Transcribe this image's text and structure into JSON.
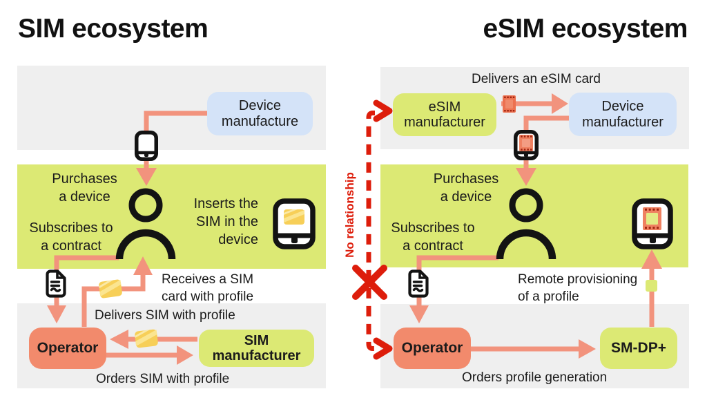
{
  "sim": {
    "title": "SIM ecosystem",
    "device_manufacturer": "Device\nmanufacture",
    "purchases": "Purchases\na device",
    "subscribes": "Subscribes to\na contract",
    "inserts": "Inserts the\nSIM in the\ndevice",
    "receives": "Receives a SIM\ncard with profile",
    "delivers": "Delivers SIM with profile",
    "operator": "Operator",
    "sim_manufacturer": "SIM\nmanufacturer",
    "orders": "Orders SIM with profile"
  },
  "esim": {
    "title": "eSIM ecosystem",
    "delivers_card": "Delivers an eSIM card",
    "esim_manufacturer": "eSIM\nmanufacturer",
    "device_manufacturer": "Device\nmanufacturer",
    "purchases": "Purchases\na device",
    "subscribes": "Subscribes to\na contract",
    "remote": "Remote provisioning\nof a profile",
    "no_relationship": "No relationship",
    "operator": "Operator",
    "smdp": "SM-DP+",
    "orders": "Orders profile generation"
  },
  "colors": {
    "panel_gray": "#efefef",
    "panel_green": "#dce974",
    "box_salmon": "#f28a6c",
    "arrow_salmon": "#f2937d",
    "box_blue": "#d4e3f8",
    "alert_red": "#dd1d0b",
    "sim_card_yellow": "#f7cf58",
    "chip_salmon": "#ef8161",
    "ink": "#131313"
  }
}
